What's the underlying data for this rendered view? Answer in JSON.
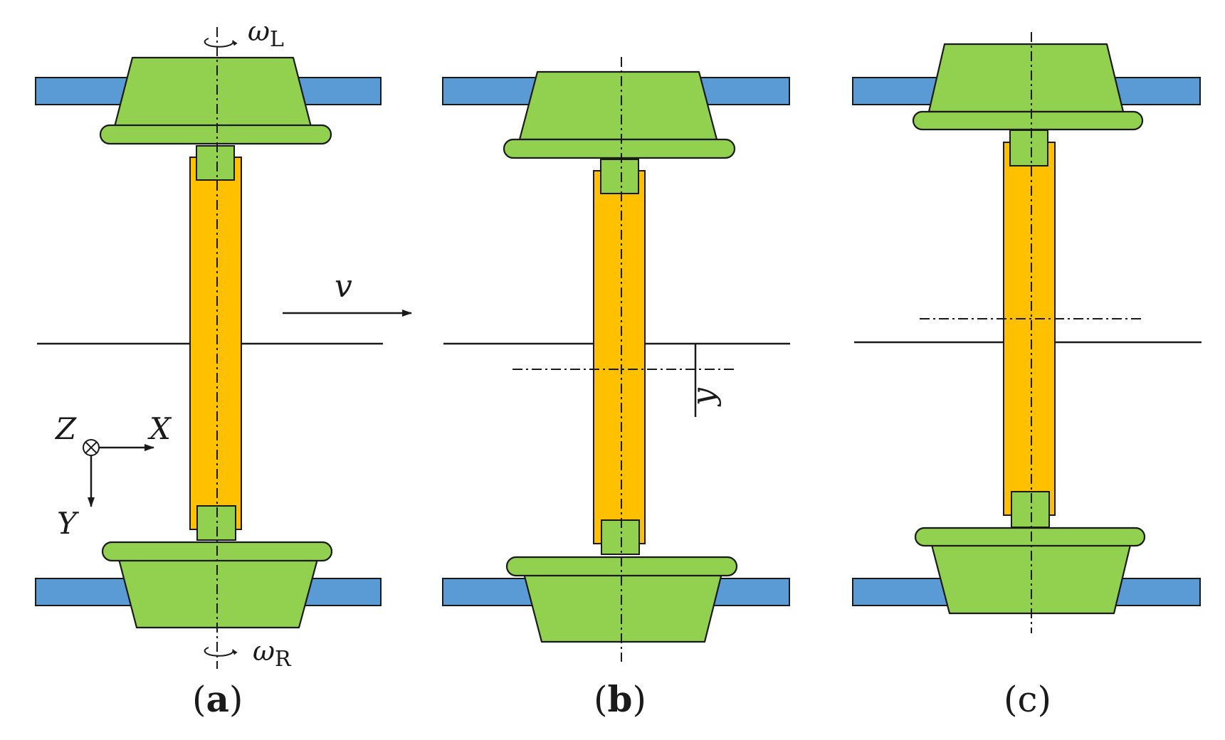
{
  "panels": [
    {
      "label": "(",
      "letter": "a",
      "close": ")"
    },
    {
      "label": "(",
      "letter": "b",
      "close": ")"
    },
    {
      "label": "(",
      "letter": "c",
      "close": ")"
    }
  ],
  "labels": {
    "omega_L": "ω",
    "omega_L_sub": "L",
    "omega_R": "ω",
    "omega_R_sub": "R",
    "velocity": "v",
    "axis_z": "Z",
    "axis_x": "X",
    "axis_y": "Y",
    "lateral_displacement": "y"
  },
  "colors": {
    "rail": "#5b9bd5",
    "wheel": "#92d050",
    "axle": "#ffc000",
    "outline": "#1a1a1a"
  }
}
